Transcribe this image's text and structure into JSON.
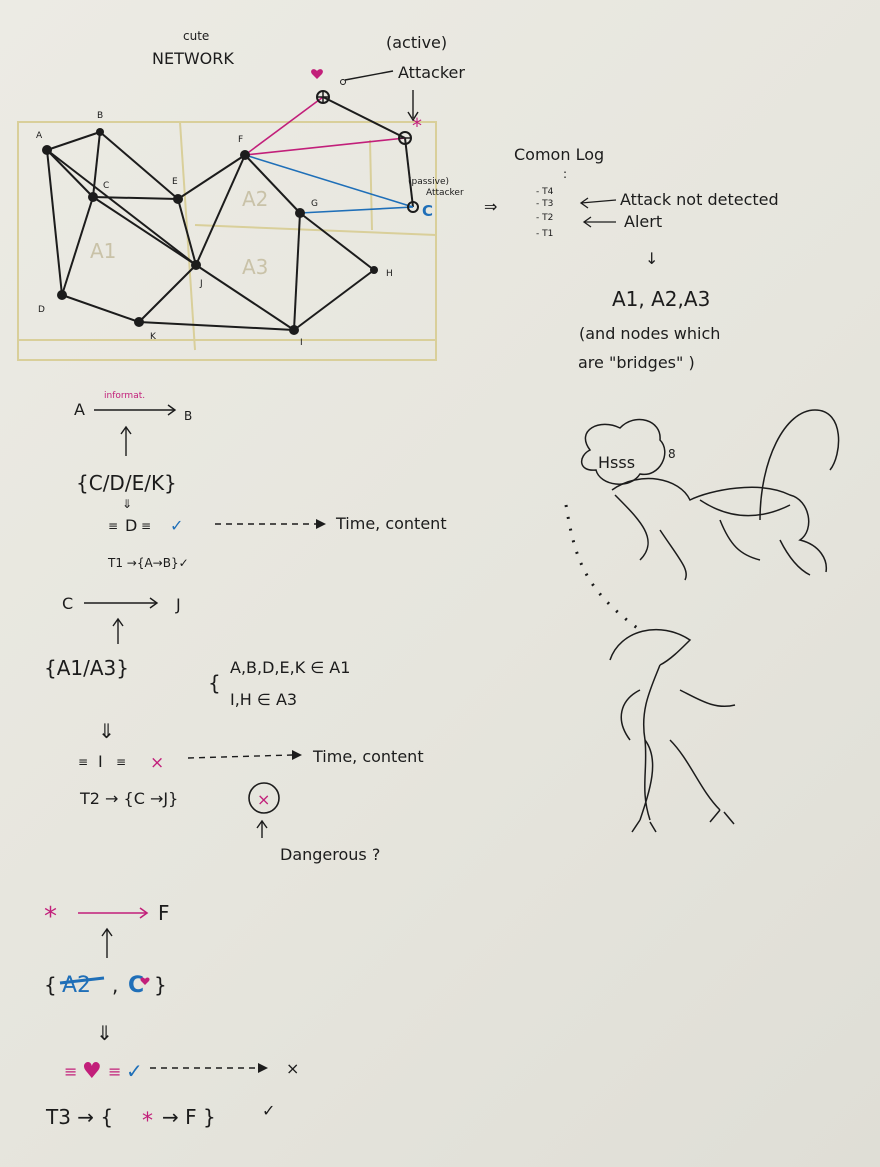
{
  "colors": {
    "ink": "#1c1c1c",
    "magenta": "#c21f7a",
    "blue": "#1f6fb8",
    "area_border": "#d9cf9a",
    "area_text": "#c9c2a8"
  },
  "network": {
    "title_top": "cute",
    "title": "NETWORK",
    "active_label_1": "(active)",
    "active_label_2": "Attacker",
    "passive_label_1": "(passive)",
    "passive_label_2": "Attacker",
    "area_a1": "A1",
    "area_a2": "A2",
    "area_a3": "A3",
    "node_a": "A",
    "node_b": "B",
    "node_c": "C",
    "node_d": "D",
    "node_e": "E",
    "node_f": "F",
    "node_g": "G",
    "node_h": "H",
    "node_i": "I",
    "node_j": "J",
    "node_k": "K",
    "passive_node_letter": "C",
    "star_icon": "star",
    "heart_icon": "heart"
  },
  "log": {
    "title": "Comon Log",
    "dots": ":",
    "t4": "- T4",
    "t3": "- T3",
    "t2": "- T2",
    "t1": "- T1",
    "t3_note": "Attack not detected",
    "t2_note": "Alert",
    "implies": "⇒",
    "down_arrow": "↓",
    "result": "A1, A2,A3",
    "result_note_1": "(and nodes which",
    "result_note_2": "are \"bridges\" )"
  },
  "section1": {
    "informat": "informat.",
    "from": "A",
    "to": "B",
    "set": "{C/D/E/K}",
    "pick": "D",
    "check": "✓",
    "dashed_target": "Time, content",
    "t_line": "T1 →{A→B}✓"
  },
  "section2": {
    "from": "C",
    "to": "J",
    "set": "{A1/A3}",
    "membership_1": "A,B,D,E,K ∈ A1",
    "membership_2": "I,H ∈ A3",
    "pick": "I",
    "cross": "×",
    "dashed_target": "Time, content",
    "t_line": "T2 → {C →J}",
    "circled_cross": "×",
    "question": "Dangerous ?"
  },
  "section3": {
    "from_icon": "star",
    "to": "F",
    "set_left": "{",
    "set_struck": "A2",
    "set_sep": ",",
    "set_c": "C",
    "set_right": "}",
    "heart": "♥",
    "check": "✓",
    "dashed_target": "×",
    "t_line_start": "T3 → {",
    "star": "*",
    "t_line_mid": "→ F }",
    "t_line_check": "✓"
  },
  "doodle": {
    "speech": "Hsss",
    "speech_tail": "8",
    "enemy_icon": "alien-creature"
  }
}
